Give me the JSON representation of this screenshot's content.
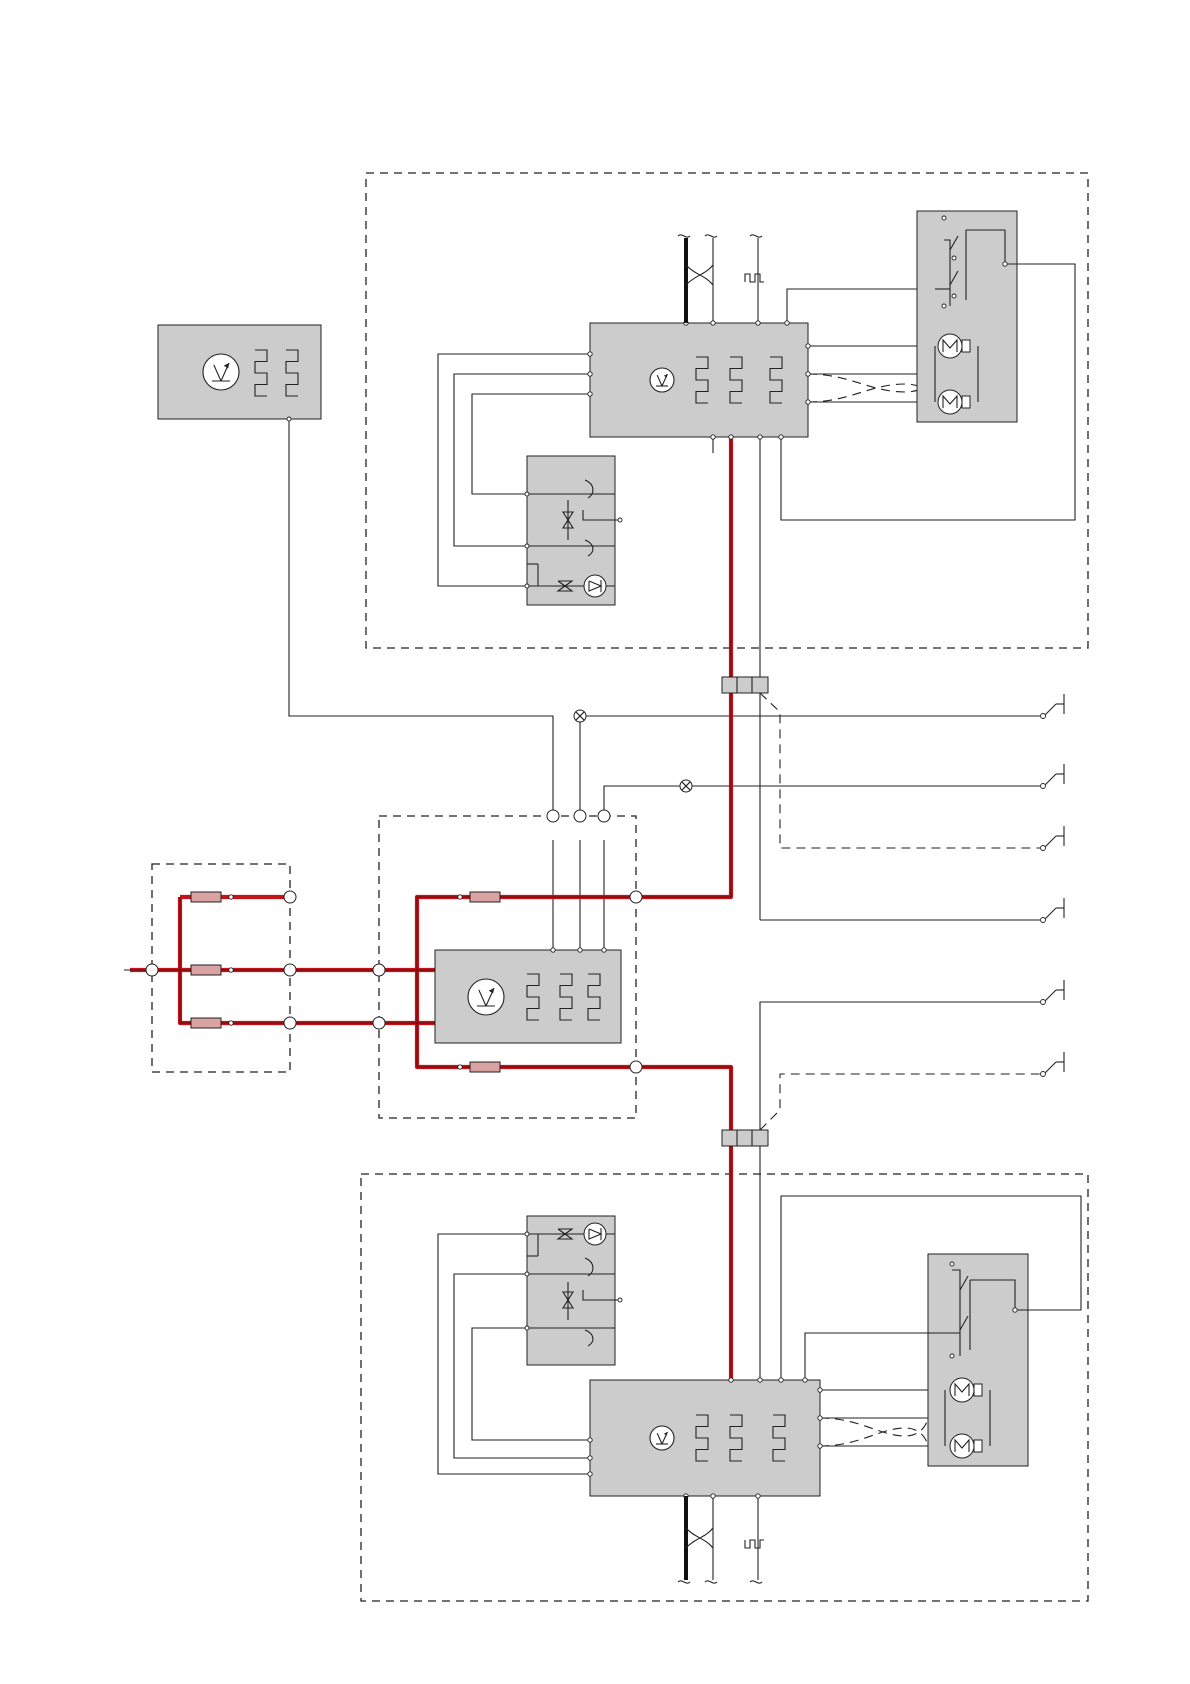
{
  "diagram": {
    "kind": "wiring-schematic",
    "orientation": "rotated-90",
    "text_labels": []
  },
  "colors": {
    "power_wire": "#c4141a",
    "module_fill": "#cccccc",
    "wire": "#222222",
    "background": "#ffffff"
  },
  "components": {
    "central_module": {
      "icon": "transistor-icon",
      "pulses": 3
    },
    "upper_door_module": {
      "icon": "transistor-icon",
      "pulses": 3
    },
    "lower_door_module": {
      "icon": "transistor-icon",
      "pulses": 3
    },
    "remote_module": {
      "icon": "transistor-icon",
      "pulses": 2
    },
    "fuse_box": {
      "fuses": 3
    },
    "upper_motor_unit": {
      "icons": [
        "motor-icon",
        "motor-icon",
        "switch-icon"
      ]
    },
    "lower_motor_unit": {
      "icons": [
        "motor-icon",
        "motor-icon",
        "switch-icon"
      ]
    },
    "upper_switch_unit": {
      "icons": [
        "diode-icon",
        "led-icon",
        "switch-icon"
      ]
    },
    "lower_switch_unit": {
      "icons": [
        "diode-icon",
        "led-icon",
        "switch-icon"
      ]
    },
    "ground_switches": 6,
    "lamps": 2,
    "connectors": 2
  }
}
